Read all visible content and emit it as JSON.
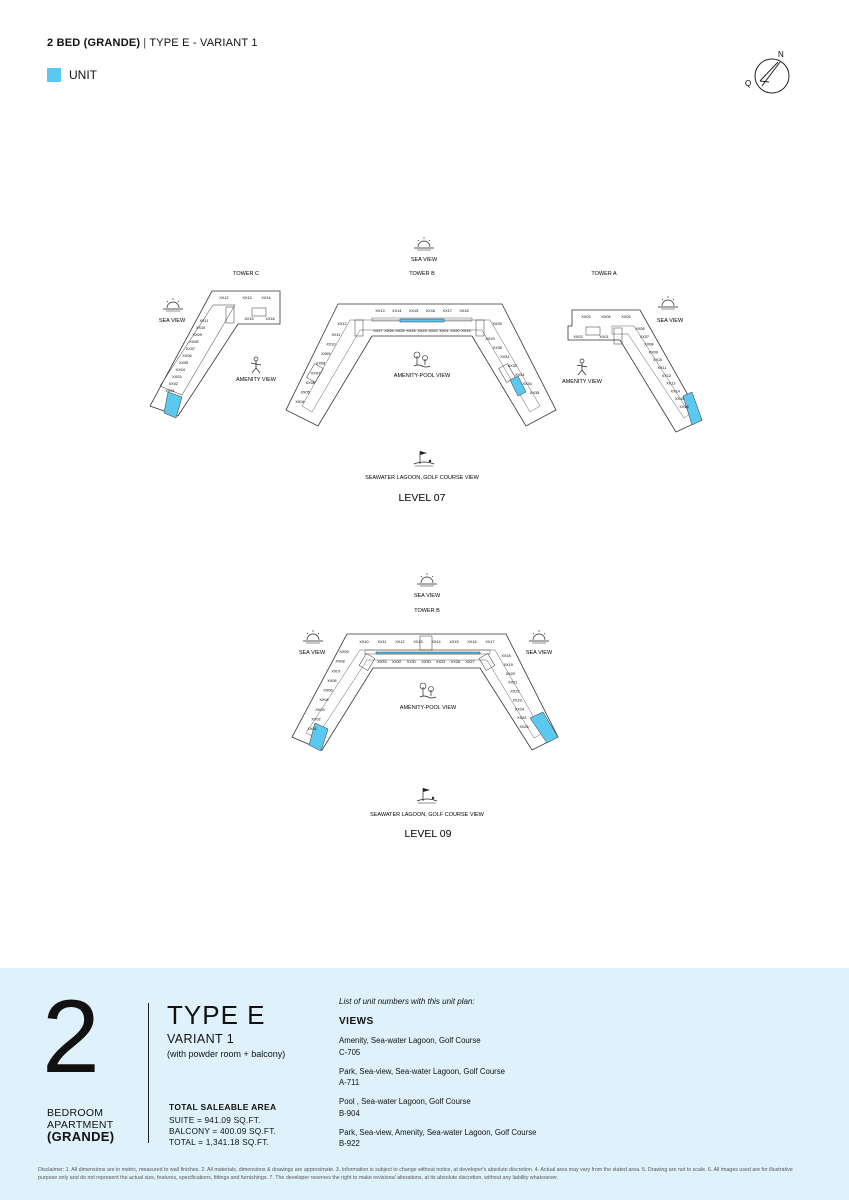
{
  "header": {
    "bold": "2 BED (GRANDE)",
    "sep": "|",
    "rest": "TYPE E - VARIANT 1"
  },
  "legend": {
    "label": "UNIT",
    "color": "#5ac8ef"
  },
  "compass": {
    "n": "N",
    "q": "Q"
  },
  "colors": {
    "unit": "#5ac8ef",
    "footer_bg": "#dff2fb",
    "line": "#333333"
  },
  "level07": {
    "title": "LEVEL 07",
    "top_view": "SEA VIEW",
    "bottom_view": "SEAWATER LAGOON, GOLF COURSE VIEW",
    "tower_c": {
      "name": "TOWER C",
      "side_view": "SEA VIEW",
      "inner_view": "AMENITY VIEW"
    },
    "tower_b": {
      "name": "TOWER B",
      "inner_view": "AMENITY-POOL VIEW"
    },
    "tower_a": {
      "name": "TOWER A",
      "side_view": "SEA VIEW",
      "inner_view": "AMENITY VIEW"
    },
    "tower_c_units": [
      "XX12",
      "XX13",
      "XX14",
      "XX15",
      "XX16",
      "XX11",
      "XX10",
      "XX09",
      "XX08",
      "XX07",
      "XX06",
      "XX05",
      "XX04",
      "XX03",
      "XX02",
      "XX01"
    ],
    "tower_b_units": [
      "XX13",
      "XX14",
      "XX15",
      "XX16",
      "XX17",
      "XX18",
      "XX12",
      "XX11",
      "XX10",
      "XX09",
      "XX08",
      "XX07",
      "XX06",
      "XX05",
      "XX04",
      "XX27",
      "XX26",
      "XX25",
      "XX24",
      "XX23",
      "XX22",
      "XX21",
      "XX20",
      "XX19",
      "XX28",
      "XX29",
      "XX30",
      "XX31",
      "XX32",
      "XX33",
      "XX34",
      "XX35"
    ],
    "tower_a_units": [
      "XX03",
      "XX04",
      "XX05",
      "XX02",
      "XX01",
      "XX06",
      "XX07",
      "XX08",
      "XX09",
      "XX10",
      "XX11",
      "XX12",
      "XX13",
      "XX14",
      "XX15",
      "XX16"
    ]
  },
  "level09": {
    "title": "LEVEL 09",
    "top_view": "SEA VIEW",
    "tower": "TOWER B",
    "left_view": "SEA VIEW",
    "right_view": "SEA VIEW",
    "inner_view": "AMENITY-POOL VIEW",
    "bottom_view": "SEAWATER LAGOON, GOLF COURSE VIEW",
    "top_units": [
      "XX10",
      "XX11",
      "XX12",
      "XX13",
      "XX14",
      "XX15",
      "XX16",
      "XX17"
    ],
    "mid_units": [
      "XX33",
      "XX32",
      "XX31",
      "XX30",
      "XX29",
      "XX28",
      "XX27"
    ],
    "left_units": [
      "XX09",
      "XX08",
      "XX07",
      "XX06",
      "XX05",
      "XX04",
      "XX03",
      "XX02",
      "XX01"
    ],
    "right_units": [
      "XX18",
      "XX19",
      "XX20",
      "XX21",
      "XX22",
      "XX23",
      "XX24",
      "XX25",
      "XX26"
    ]
  },
  "footer": {
    "number": "2",
    "bed1": "BEDROOM",
    "bed2": "APARTMENT",
    "bed3": "(GRANDE)",
    "type": "TYPE E",
    "variant": "VARIANT 1",
    "variant_sub": "(with powder room + balcony)",
    "area_title": "TOTAL SALEABLE AREA",
    "suite": "SUITE = 941.09 SQ.FT.",
    "balcony": "BALCONY = 400.09 SQ.FT.",
    "total": "TOTAL = 1,341.18 SQ.FT.",
    "list_intro": "List of unit numbers with this unit plan:",
    "views_title": "VIEWS",
    "views": [
      {
        "view": "Amenity, Sea-water Lagoon, Golf Course",
        "code": "C-705"
      },
      {
        "view": "Park, Sea-view, Sea-water Lagoon, Golf Course",
        "code": "A-711"
      },
      {
        "view": "Pool , Sea-water Lagoon, Golf Course",
        "code": "B-904"
      },
      {
        "view": "Park, Sea-view, Amenity, Sea-water Lagoon, Golf Course",
        "code": "B-922"
      }
    ],
    "disclaimer": "Disclaimer: 1. All dimensions are in metric, measured to wall finishes. 2. All materials, dimensions & drawings are approximate. 3. Information is subject to change without notice, at developer's absolute discretion. 4. Actual area may vary from the stated area. 5. Drawing are not to scale. 6. All images used are for illustrative purpose only and do not represent the actual size, features, specifications, fittings and furnishings. 7. The developer reserves the right to make revisions/ alterations, at its absolute discretion, without any liability whatsoever."
  }
}
